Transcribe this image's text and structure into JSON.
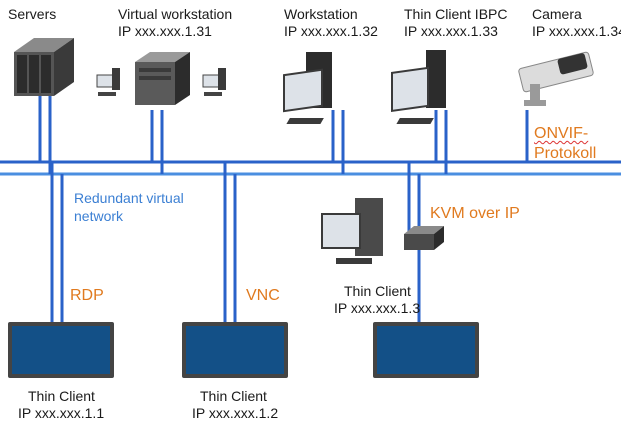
{
  "nodes": {
    "servers": {
      "title": "Servers"
    },
    "virtual_workstation": {
      "title": "Virtual workstation",
      "ip": "IP xxx.xxx.1.31"
    },
    "workstation": {
      "title": "Workstation",
      "ip": "IP xxx.xxx.1.32"
    },
    "thin_client_ibpc": {
      "title": "Thin Client IBPC",
      "ip": "IP xxx.xxx.1.33"
    },
    "camera": {
      "title": "Camera",
      "ip": "IP xxx.xxx.1.34"
    },
    "thin_client_1": {
      "title": "Thin Client",
      "ip": "IP xxx.xxx.1.1"
    },
    "thin_client_2": {
      "title": "Thin Client",
      "ip": "IP xxx.xxx.1.2"
    },
    "thin_client_3": {
      "title": "Thin Client",
      "ip": "IP xxx.xxx.1.3"
    }
  },
  "network": {
    "label_line1": "Redundant virtual",
    "label_line2": "network"
  },
  "protocols": {
    "rdp": "RDP",
    "vnc": "VNC",
    "kvm": "KVM over IP",
    "onvif_line1": "ONVIF-",
    "onvif_line2": "Protokoll"
  },
  "colors": {
    "line": "#2a62c9",
    "label_blue": "#3b7fd3",
    "label_orange": "#e07a1f"
  }
}
